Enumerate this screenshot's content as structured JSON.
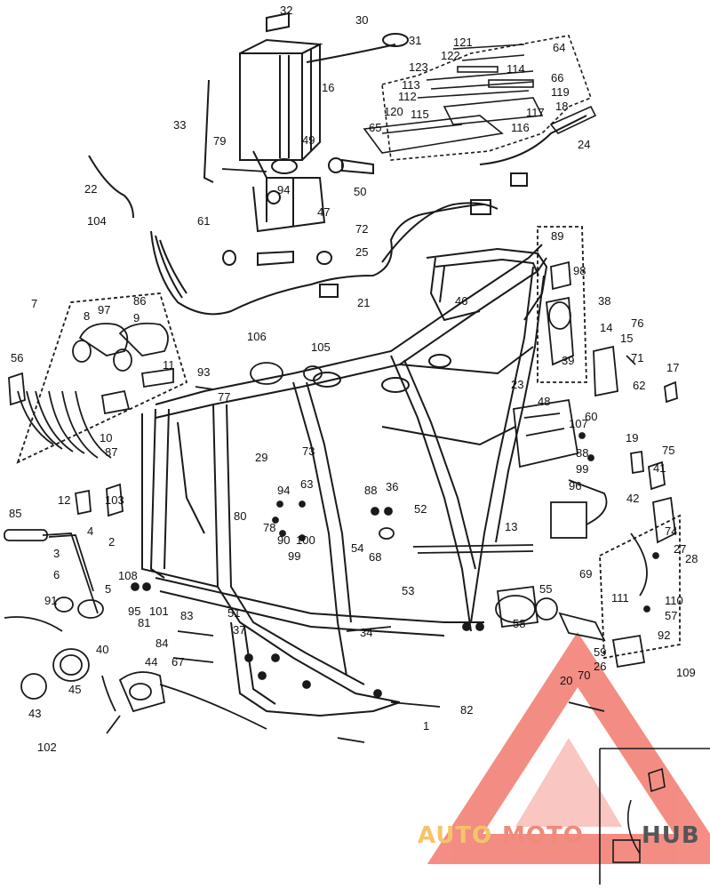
{
  "diagram": {
    "callouts": [
      "30",
      "31",
      "32",
      "16",
      "33",
      "79",
      "49",
      "104",
      "61",
      "94",
      "47",
      "50",
      "72",
      "25",
      "21",
      "22",
      "121",
      "122",
      "64",
      "123",
      "114",
      "113",
      "66",
      "112",
      "119",
      "120",
      "115",
      "117",
      "18",
      "65",
      "116",
      "24",
      "46",
      "7",
      "97",
      "86",
      "8",
      "9",
      "56",
      "106",
      "105",
      "11",
      "93",
      "77",
      "10",
      "87",
      "89",
      "98",
      "38",
      "39",
      "14",
      "15",
      "76",
      "71",
      "62",
      "17",
      "23",
      "48",
      "60",
      "107",
      "19",
      "75",
      "88",
      "99",
      "41",
      "42",
      "96",
      "29",
      "73",
      "63",
      "80",
      "94",
      "78",
      "90",
      "100",
      "99",
      "88",
      "36",
      "52",
      "54",
      "68",
      "13",
      "12",
      "103",
      "85",
      "4",
      "2",
      "3",
      "6",
      "108",
      "5",
      "91",
      "95",
      "101",
      "81",
      "83",
      "84",
      "67",
      "51",
      "37",
      "53",
      "34",
      "69",
      "55",
      "58",
      "59",
      "26",
      "109",
      "92",
      "74",
      "27",
      "28",
      "111",
      "110",
      "57",
      "40",
      "44",
      "45",
      "43",
      "102",
      "70",
      "82",
      "1",
      "20"
    ],
    "line_color": "#1a1a1a"
  },
  "watermark": {
    "text_auto": "AUTO",
    "text_moto": "MOTO",
    "text_hub": "HUB",
    "color_auto": "#f5c46a",
    "color_moto": "#f08a7a",
    "color_hub": "#555555",
    "color_logo": "#f27a6e"
  }
}
